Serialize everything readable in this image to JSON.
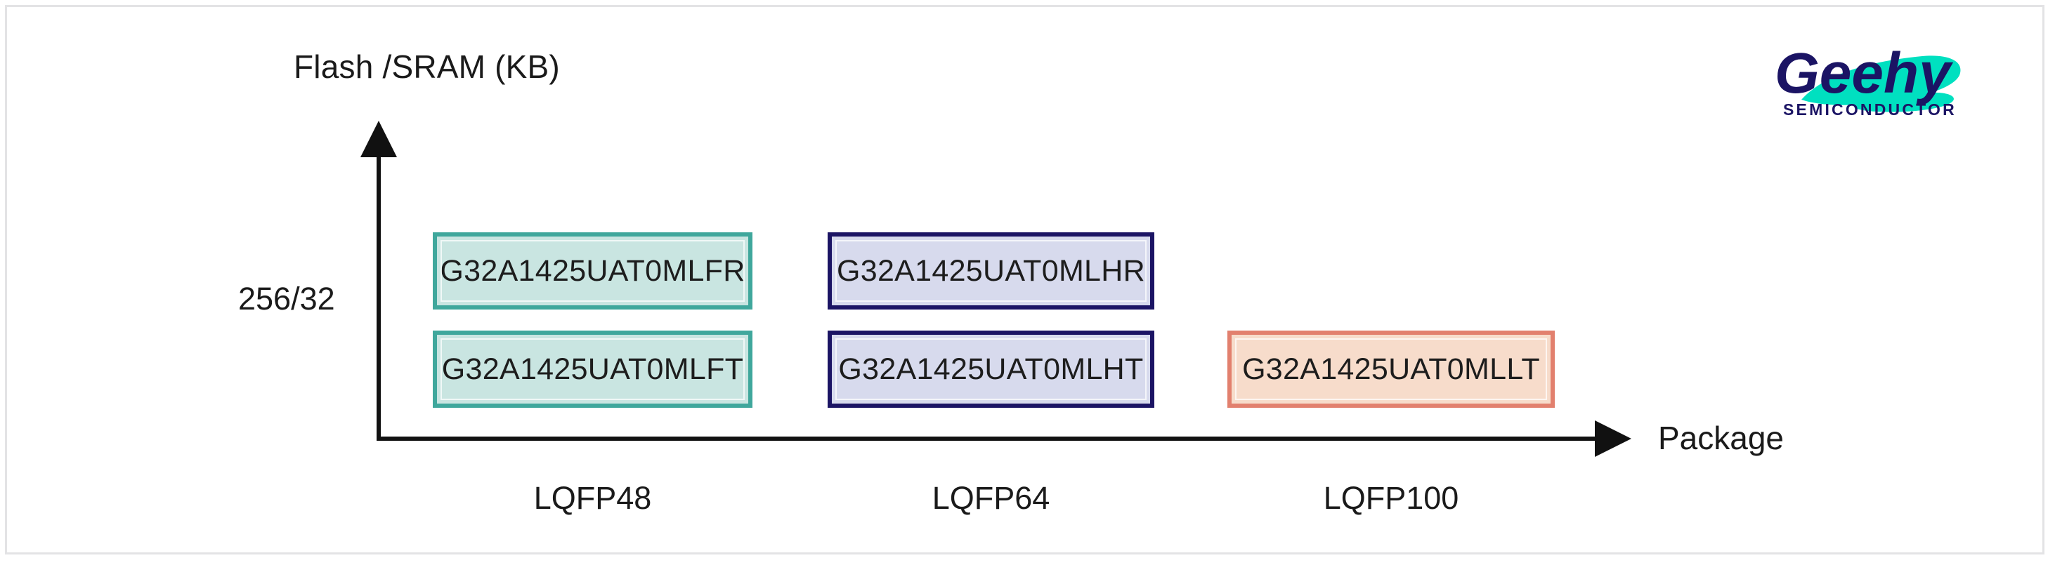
{
  "chart_data": {
    "type": "table",
    "title": "",
    "xlabel": "Package",
    "ylabel": "Flash /SRAM (KB)",
    "grid": false,
    "legend": "none",
    "x_categories": [
      "LQFP48",
      "LQFP64",
      "LQFP100"
    ],
    "y_categories": [
      "256/32"
    ],
    "cells": [
      {
        "row": 0,
        "col": 0,
        "label": "G32A1425UAT0MLFR",
        "color": "teal"
      },
      {
        "row": 0,
        "col": 1,
        "label": "G32A1425UAT0MLHR",
        "color": "purple"
      },
      {
        "row": 1,
        "col": 0,
        "label": "G32A1425UAT0MLFT",
        "color": "teal"
      },
      {
        "row": 1,
        "col": 1,
        "label": "G32A1425UAT0MLHT",
        "color": "purple"
      },
      {
        "row": 1,
        "col": 2,
        "label": "G32A1425UAT0MLLT",
        "color": "orange"
      }
    ]
  },
  "axes": {
    "y_title": "Flash /SRAM (KB)",
    "x_title": "Package",
    "y_ticks": [
      "256/32"
    ],
    "x_ticks": [
      "LQFP48",
      "LQFP64",
      "LQFP100"
    ]
  },
  "parts": {
    "lqfp48_top": "G32A1425UAT0MLFR",
    "lqfp48_bottom": "G32A1425UAT0MLFT",
    "lqfp64_top": "G32A1425UAT0MLHR",
    "lqfp64_bottom": "G32A1425UAT0MLHT",
    "lqfp100_bottom": "G32A1425UAT0MLLT"
  },
  "logo": {
    "wordmark": "Geehy",
    "tagline": "SEMICONDUCTOR"
  },
  "colors": {
    "teal_fill": "#c9e5e1",
    "teal_border": "#3fa79c",
    "purple_fill": "#d7daed",
    "purple_border": "#1b1464",
    "orange_fill": "#f7dccb",
    "orange_border": "#e2806e",
    "axis": "#111111",
    "logo_navy": "#1b1464",
    "logo_teal": "#00e0c0",
    "frame": "#e3e3e5"
  }
}
